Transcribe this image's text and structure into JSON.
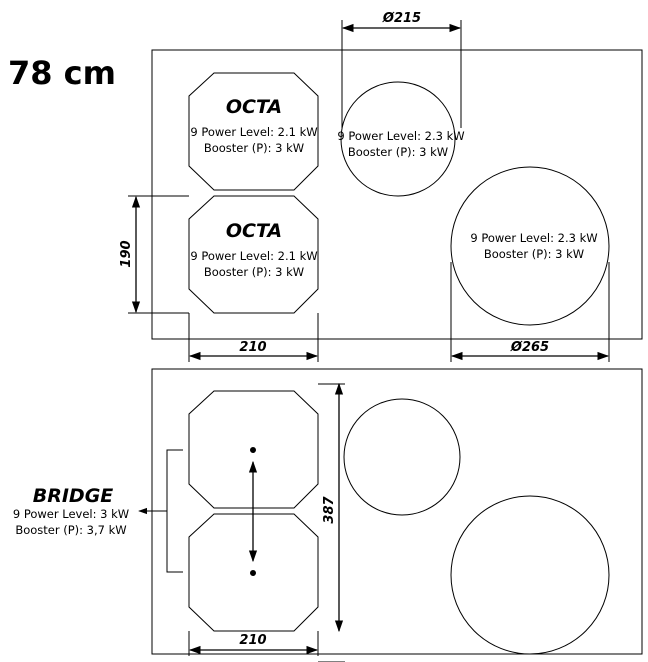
{
  "header": {
    "size_label": "78 cm"
  },
  "top_panel": {
    "zone_top_left": {
      "title": "OCTA",
      "line1": "9 Power Level: 2.1 kW",
      "line2": "Booster (P): 3 kW"
    },
    "zone_bottom_left": {
      "title": "OCTA",
      "line1": "9 Power Level: 2.1 kW",
      "line2": "Booster (P): 3 kW"
    },
    "zone_small_round": {
      "line1": "9 Power Level: 2.3 kW",
      "line2": "Booster (P): 3 kW"
    },
    "zone_large_round": {
      "line1": "9 Power Level: 2.3 kW",
      "line2": "Booster (P): 3 kW"
    },
    "dim_small_round": "Ø215",
    "dim_large_round": "Ø265",
    "dim_octa_width": "210",
    "dim_octa_height": "190"
  },
  "bottom_panel": {
    "bridge": {
      "title": "BRIDGE",
      "line1": "9 Power Level: 3 kW",
      "line2": "Booster (P): 3,7 kW"
    },
    "dim_bridge_height": "387",
    "dim_octa_width": "210"
  }
}
